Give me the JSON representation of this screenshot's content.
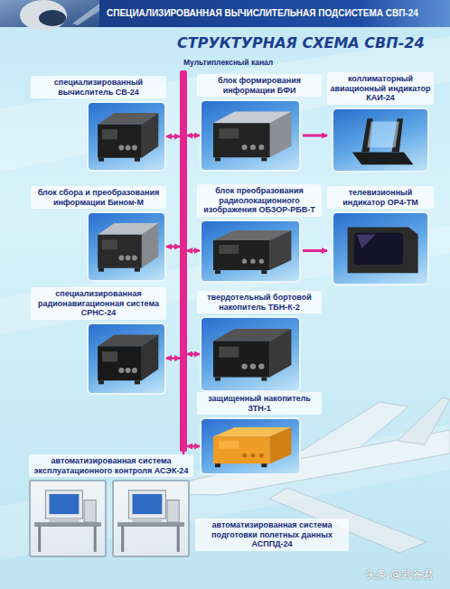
{
  "diagram": {
    "title": "СТРУКТУРНАЯ СХЕМА СВП-24",
    "nodes": [
      {
        "text": [
          "Мультиплексный канал"
        ]
      },
      {
        "text": [
          "специализированный вычислитель СВ-24"
        ]
      },
      {
        "text": [
          "блок формирования информации БФИ"
        ]
      },
      {
        "text": [
          "коллиматорный авиационный индикатор КАИ-24"
        ]
      },
      {
        "text": [
          "блок сбора и преобразования информации Бином-М"
        ]
      },
      {
        "text": [
          "блок преобразования радиолокационного изображения ОБЗОР-РБВ-Т"
        ]
      },
      {
        "text": [
          "телевизионный индикатор ОР4-ТМ"
        ]
      },
      {
        "text": [
          "специализированная радионавигационная система СРНС-24"
        ]
      },
      {
        "text": [
          "твердотельный бортовой накопитель ТБН-К-2"
        ]
      },
      {
        "text": [
          "защищенный накопитель ЗТН-1"
        ]
      },
      {
        "text": [
          "автоматизированная система эксплуатационного контроля АСЭК-24"
        ]
      },
      {
        "text": [
          "автоматизированная система подготовки полетных данных АСППД-24"
        ]
      }
    ],
    "edges": [
      {
        "from": 1,
        "to": 0,
        "arrow": "both"
      },
      {
        "from": 0,
        "to": 2,
        "arrow": "both"
      },
      {
        "from": 2,
        "to": 3,
        "arrow": "to"
      },
      {
        "from": 4,
        "to": 0,
        "arrow": "both"
      },
      {
        "from": 0,
        "to": 5,
        "arrow": "both"
      },
      {
        "from": 5,
        "to": 6,
        "arrow": "to"
      },
      {
        "from": 7,
        "to": 0,
        "arrow": "both"
      },
      {
        "from": 0,
        "to": 8,
        "arrow": "both"
      },
      {
        "from": 0,
        "to": 9,
        "arrow": "both"
      },
      {
        "from": 0,
        "to": 10,
        "arrow": "none"
      }
    ],
    "labels": [
      "СПЕЦИАЛИЗИРОВАННАЯ ВЫЧИСЛИТЕЛЬНАЯ ПОДСИСТЕМА СВП-24",
      "头条 @武备君"
    ]
  }
}
